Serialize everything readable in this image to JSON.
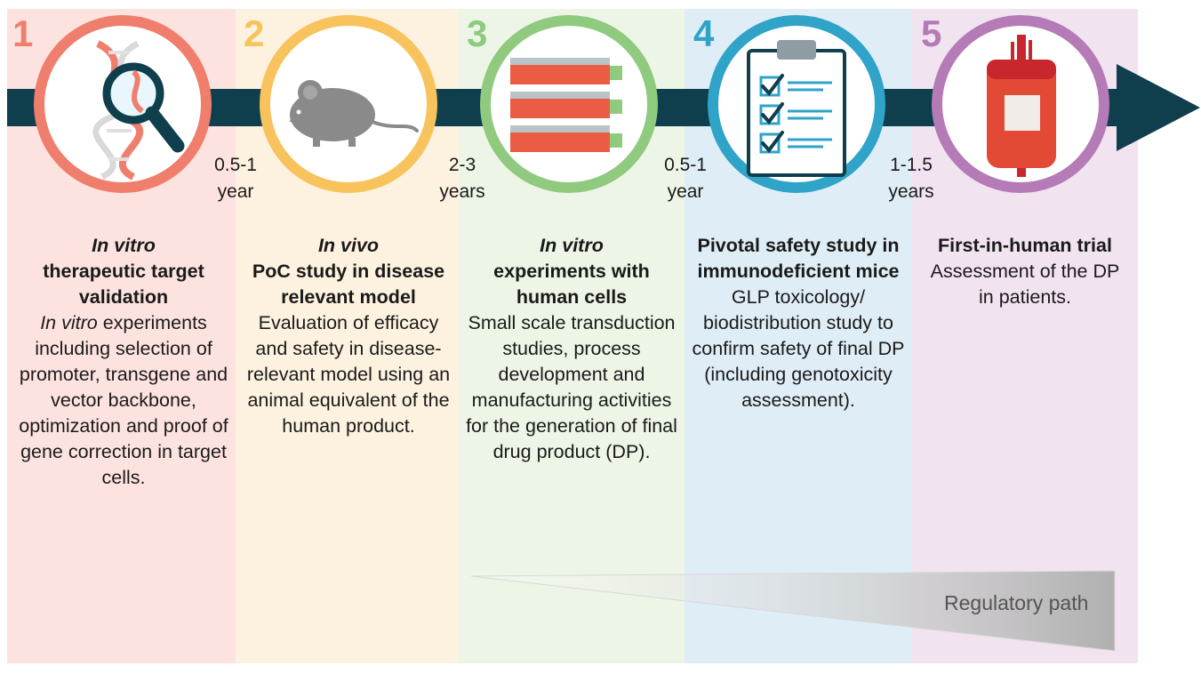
{
  "colors": {
    "timeline": "#0f3e4c",
    "stage1_bg": "#fde3e0",
    "stage1_accent": "#ef7e6d",
    "stage2_bg": "#fdf2df",
    "stage2_accent": "#f8c35c",
    "stage3_bg": "#edf5e6",
    "stage3_accent": "#8fca7f",
    "stage4_bg": "#dfedf6",
    "stage4_accent": "#2fa3c8",
    "stage5_bg": "#f1e3f0",
    "stage5_accent": "#b47bb6"
  },
  "stages": [
    {
      "number": "1",
      "icon": "dna-magnifier-icon",
      "title_italic": "In vitro",
      "title_bold": "therapeutic target validation",
      "desc_italic": "In vitro",
      "desc_rest": "experiments including selection of promoter, transgene and vector backbone, optimization and proof of gene correction in target cells."
    },
    {
      "number": "2",
      "icon": "mouse-icon",
      "title_italic": "In vivo",
      "title_bold": "PoC study in disease relevant model",
      "desc_italic": "",
      "desc_rest": "Evaluation of efficacy and safety in disease-relevant model using an animal equivalent of the human product."
    },
    {
      "number": "3",
      "icon": "cell-culture-flasks-icon",
      "title_italic": "In vitro",
      "title_bold": "experiments with human cells",
      "desc_italic": "",
      "desc_rest": "Small scale transduction studies, process development and manufacturing activities for the generation of final drug product (DP)."
    },
    {
      "number": "4",
      "icon": "clipboard-checklist-icon",
      "title_italic": "",
      "title_bold": "Pivotal safety study in immunodeficient mice",
      "desc_italic": "",
      "desc_rest": "GLP toxicology/ biodistribution study to confirm safety of final DP (including genotoxicity assessment)."
    },
    {
      "number": "5",
      "icon": "blood-bag-icon",
      "title_italic": "",
      "title_bold": "First-in-human trial",
      "desc_italic": "",
      "desc_rest": "Assessment of the DP in patients."
    }
  ],
  "durations": [
    {
      "line1": "0.5-1",
      "line2": "year"
    },
    {
      "line1": "2-3",
      "line2": "years"
    },
    {
      "line1": "0.5-1",
      "line2": "year"
    },
    {
      "line1": "1-1.5",
      "line2": "years"
    }
  ],
  "regulatory_label": "Regulatory path"
}
